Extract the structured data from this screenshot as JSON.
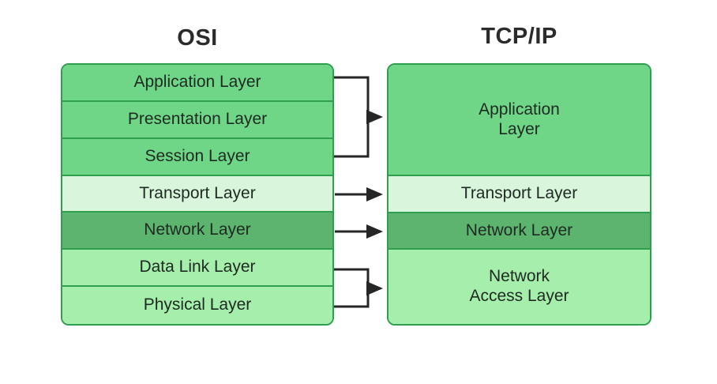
{
  "diagram": {
    "title_left": "OSI",
    "title_right": "TCP/IP",
    "colors": {
      "border": "#2f9e4f",
      "layer_mid": "#6fd688",
      "layer_pale": "#d9f6dd",
      "layer_dark": "#5cb46e",
      "layer_light": "#a6eeab",
      "connector": "#262626",
      "text": "#1f2a22",
      "title_text": "#2b2b2b",
      "background": "#ffffff"
    }
  },
  "osi": {
    "title": "OSI",
    "layers": [
      {
        "label": "Application Layer",
        "tone": "mid"
      },
      {
        "label": "Presentation Layer",
        "tone": "mid"
      },
      {
        "label": "Session Layer",
        "tone": "mid"
      },
      {
        "label": "Transport Layer",
        "tone": "pale"
      },
      {
        "label": "Network Layer",
        "tone": "dark"
      },
      {
        "label": "Data Link Layer",
        "tone": "light"
      },
      {
        "label": "Physical Layer",
        "tone": "light"
      }
    ]
  },
  "tcpip": {
    "title": "TCP/IP",
    "layers": [
      {
        "label": "Application\nLayer",
        "tone": "mid"
      },
      {
        "label": "Transport Layer",
        "tone": "pale"
      },
      {
        "label": "Network Layer",
        "tone": "dark"
      },
      {
        "label": "Network\nAccess Layer",
        "tone": "light"
      }
    ]
  },
  "mappings": [
    {
      "from": "Application Layer, Presentation Layer, Session Layer",
      "to": "Application Layer",
      "style": "bracket"
    },
    {
      "from": "Transport Layer",
      "to": "Transport Layer",
      "style": "arrow"
    },
    {
      "from": "Network Layer",
      "to": "Network Layer",
      "style": "arrow"
    },
    {
      "from": "Data Link Layer, Physical Layer",
      "to": "Network Access Layer",
      "style": "bracket"
    }
  ]
}
